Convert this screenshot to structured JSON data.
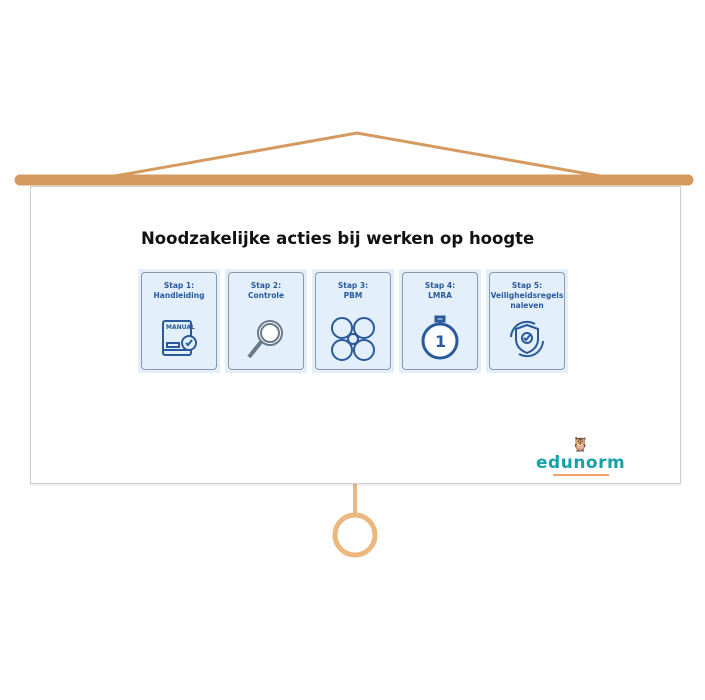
{
  "slide": {
    "title": "Noodzakelijke acties bij werken op hoogte"
  },
  "steps": [
    {
      "label": "Stap 1:\nHandleiding",
      "icon": "manual-book-icon"
    },
    {
      "label": "Stap 2:\nControle",
      "icon": "magnifier-icon"
    },
    {
      "label": "Stap 3:\nPBM",
      "icon": "ppe-icon"
    },
    {
      "label": "Stap 4:\nLMRA",
      "icon": "stopwatch-icon"
    },
    {
      "label": "Stap 5:\nVeiligheidsregels\nnaleven",
      "icon": "shield-check-icon"
    }
  ],
  "logo": {
    "edu": "edu",
    "norm": "norm"
  },
  "colors": {
    "rod": "#d49a5f",
    "cord": "#ebb97f",
    "accent": "#2a5a9c",
    "card_bg": "#e3f0fb",
    "logo_teal": "#1aa0a8",
    "logo_orange": "#f07a2a"
  }
}
